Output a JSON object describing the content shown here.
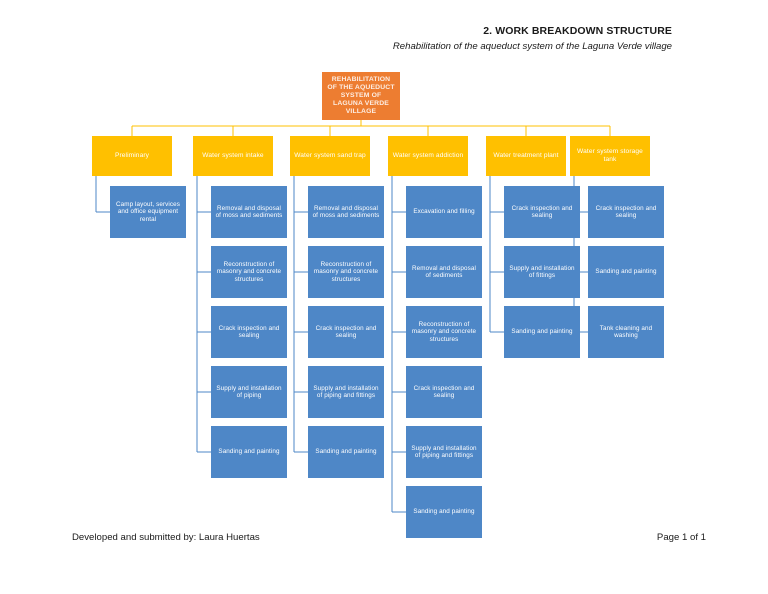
{
  "header": {
    "title": "2. WORK BREAKDOWN STRUCTURE",
    "subtitle": "Rehabilitation of the aqueduct system of the Laguna Verde village"
  },
  "footer": {
    "author": "Developed and submitted by: Laura Huertas",
    "page": "Page 1 of 1"
  },
  "colors": {
    "root": "#ED7D31",
    "level1": "#FFC000",
    "level2": "#4E87C7",
    "connector_level1": "#FFC000",
    "connector_level2": "#4E87C7",
    "text_on_node": "#FFFFFF",
    "page_text": "#1A1A1A"
  },
  "chart_data": {
    "type": "tree",
    "title": "2. WORK BREAKDOWN STRUCTURE",
    "subtitle": "Rehabilitation of the aqueduct system of the Laguna Verde village",
    "root": {
      "label": "REHABILITATION OF THE AQUEDUCT SYSTEM OF LAGUNA VERDE VILLAGE",
      "level": 0
    },
    "branches": [
      {
        "label": "Preliminary",
        "children": [
          "Camp layout, services and office equipment rental"
        ]
      },
      {
        "label": "Water system intake",
        "children": [
          "Removal and disposal of moss and sediments",
          "Reconstruction of masonry and concrete structures",
          "Crack inspection and sealing",
          "Supply and installation of piping",
          "Sanding and painting"
        ]
      },
      {
        "label": "Water system sand trap",
        "children": [
          "Removal and disposal of moss and sediments",
          "Reconstruction of masonry and concrete structures",
          "Crack inspection and sealing",
          "Supply and installation of piping and fittings",
          "Sanding and painting"
        ]
      },
      {
        "label": "Water system addiction",
        "children": [
          "Excavation and filling",
          "Removal and disposal of sediments",
          "Reconstruction of masonry and concrete structures",
          "Crack inspection and sealing",
          "Supply and installation of piping and fittings",
          "Sanding and painting"
        ]
      },
      {
        "label": "Water treatment plant",
        "children": [
          "Crack inspection and sealing",
          "Supply and installation of fittings",
          "Sanding and painting"
        ]
      },
      {
        "label": "Water system storage tank",
        "children": [
          "Crack inspection and sealing",
          "Sanding and painting",
          "Tank cleaning and washing"
        ]
      }
    ]
  }
}
